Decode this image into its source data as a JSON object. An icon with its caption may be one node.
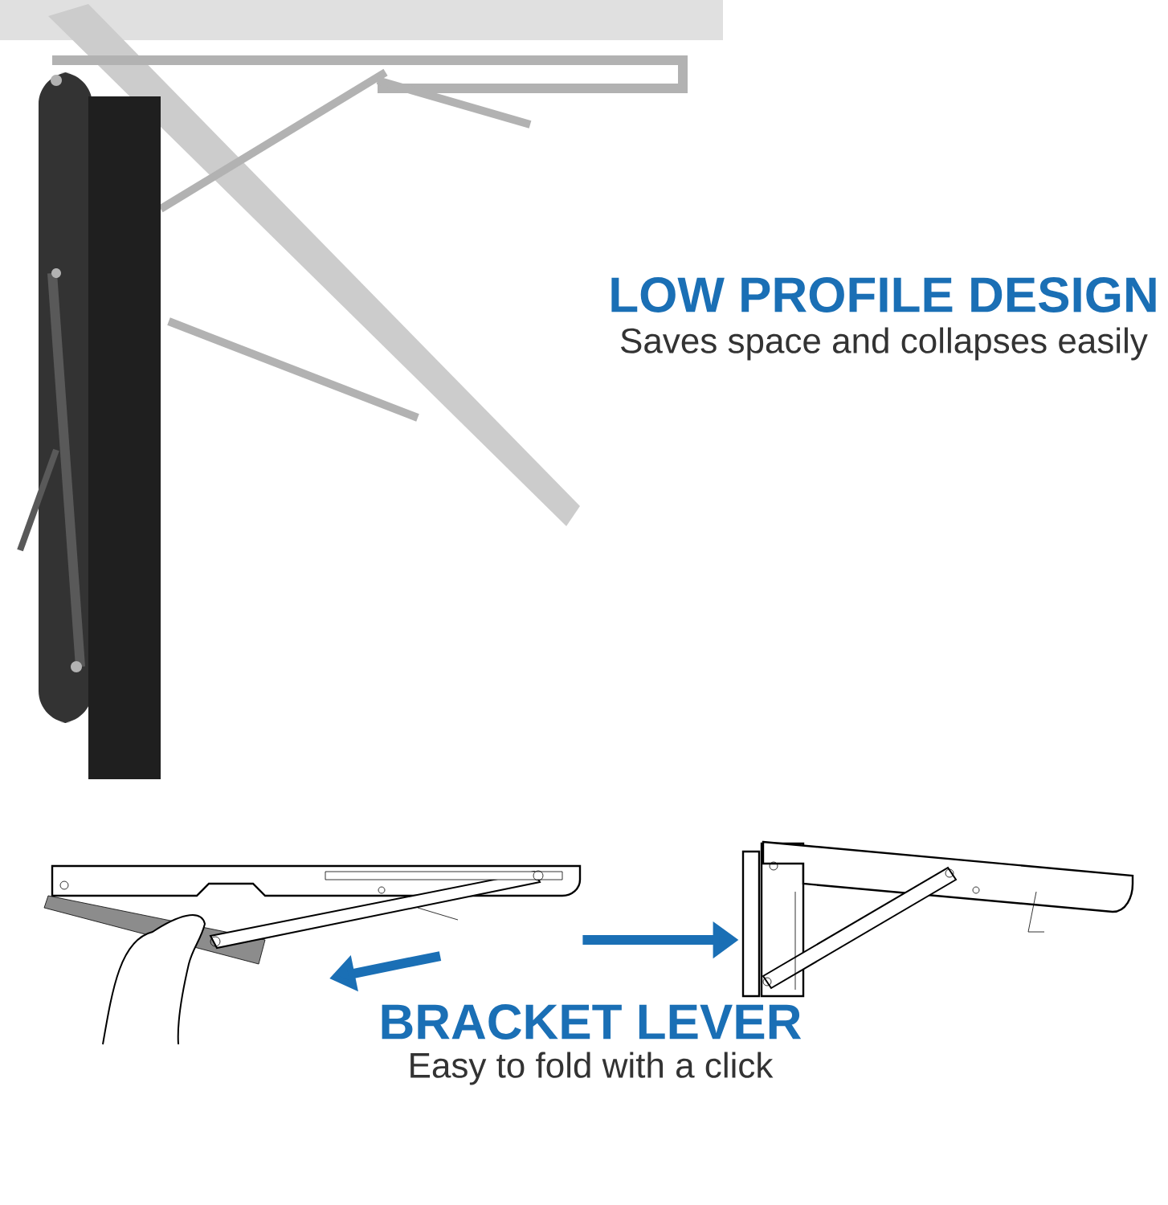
{
  "diagram": {
    "nodes": [
      {
        "text": [],
        "shape": "picture"
      },
      {
        "text": [],
        "shape": "picture"
      }
    ],
    "edges": [
      {
        "from": 0,
        "to": 1,
        "arrow": "to"
      }
    ],
    "labels": [
      "LOW PROFILE DESIGN",
      "Saves space and collapses easily",
      "BRACKET LEVER",
      "Easy to fold with a click"
    ]
  }
}
